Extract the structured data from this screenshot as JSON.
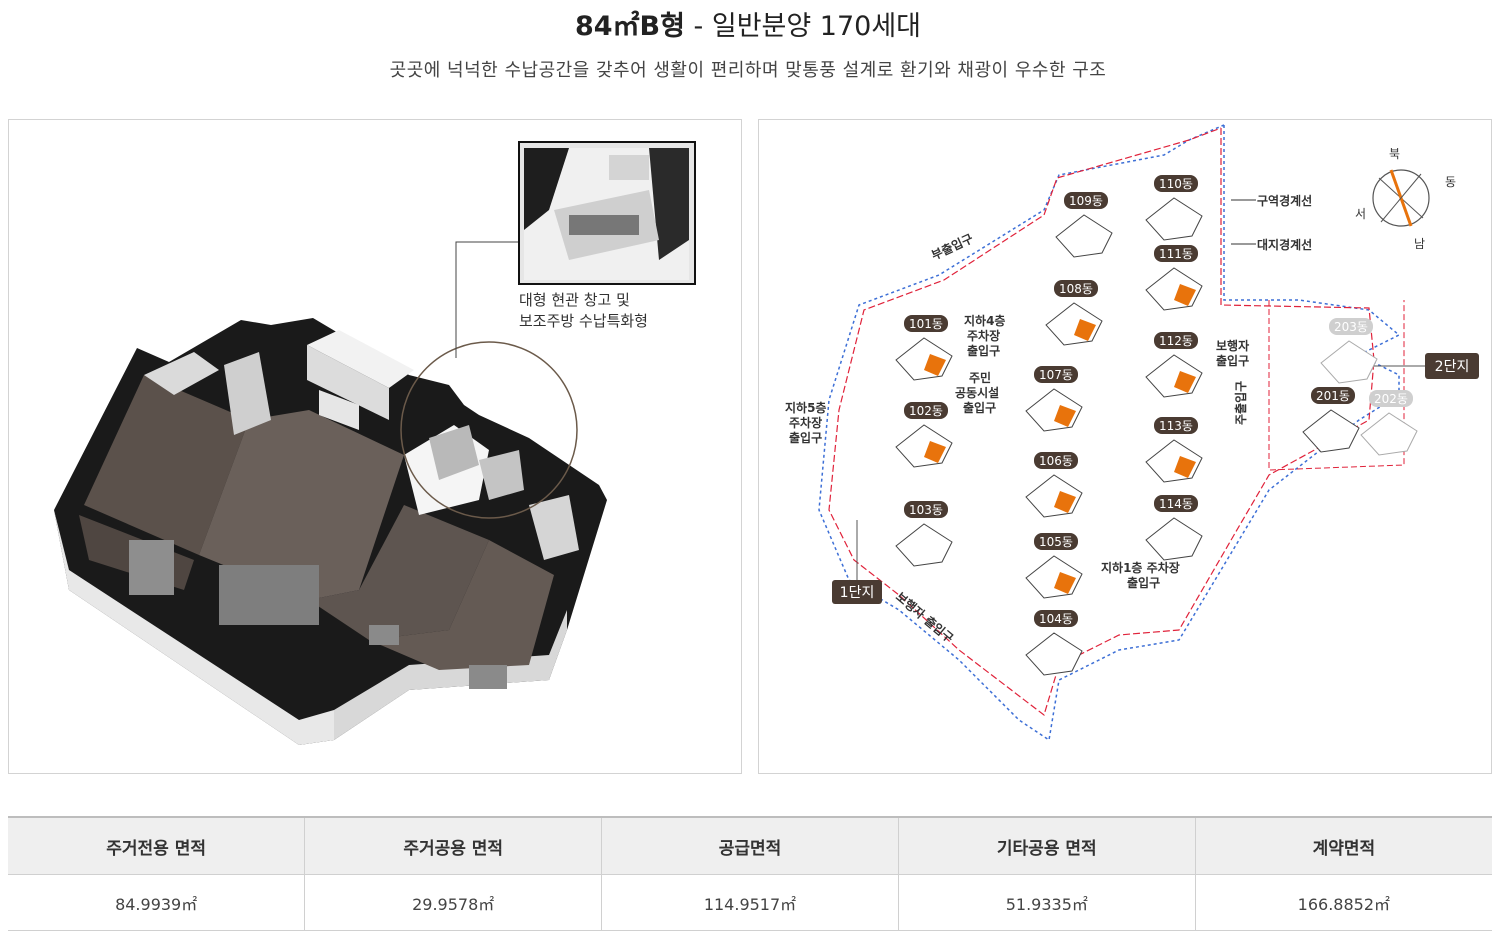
{
  "header": {
    "title_main": "84㎡B형",
    "title_rest": " - 일반분양 170세대",
    "subtitle": "곳곳에 넉넉한 수납공간을 갖추어 생활이 편리하며 맞통풍 설계로 환기와 채광이 우수한 구조"
  },
  "floorplan": {
    "callout_line1": "대형 현관 창고 및",
    "callout_line2": "보조주방 수납특화형"
  },
  "siteplan": {
    "buildings": [
      "101동",
      "102동",
      "103동",
      "104동",
      "105동",
      "106동",
      "107동",
      "108동",
      "109동",
      "110동",
      "111동",
      "112동",
      "113동",
      "114동",
      "201동",
      "202동",
      "203동"
    ],
    "complex1": "1단지",
    "complex2": "2단지",
    "legend_zone": "구역경계선",
    "legend_site": "대지경계선",
    "compass": {
      "north": "북",
      "east": "동",
      "south": "남",
      "west": "서"
    },
    "labels": {
      "sub_entrance": "부출입구",
      "b4_parking_1": "지하4층",
      "b4_parking_2": "주차장",
      "b4_parking_3": "출입구",
      "community_1": "주민",
      "community_2": "공동시설",
      "community_3": "출입구",
      "b5_parking_1": "지하5층",
      "b5_parking_2": "주차장",
      "b5_parking_3": "출입구",
      "pedestrian_1": "보행자",
      "pedestrian_2": "출입구",
      "main_entrance": "주출입구",
      "b1_parking_1": "지하1층 주차장",
      "b1_parking_2": "출입구",
      "pedestrian_diag": "보행자 출입구"
    }
  },
  "area_table": {
    "headers": [
      "주거전용 면적",
      "주거공용 면적",
      "공급면적",
      "기타공용 면적",
      "계약면적"
    ],
    "values": [
      "84.9939㎡",
      "29.9578㎡",
      "114.9517㎡",
      "51.9335㎡",
      "166.8852㎡"
    ]
  },
  "colors": {
    "accent": "#e8730c",
    "tag": "#4a3b32",
    "tag_faded": "#cfcfcf",
    "zone_line": "#e0223a",
    "site_line": "#3d6fd6"
  }
}
